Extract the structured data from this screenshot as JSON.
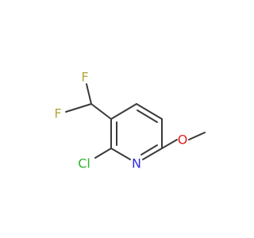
{
  "molecule": {
    "atoms": {
      "f_top": "F",
      "f_left": "F",
      "cl": "Cl",
      "n": "N",
      "o": "O"
    },
    "colors": {
      "bond": "#3a3a3a",
      "fluorine": "#b5a73c",
      "chlorine": "#2fb52f",
      "nitrogen": "#2f2fe0",
      "oxygen": "#e02020"
    }
  }
}
